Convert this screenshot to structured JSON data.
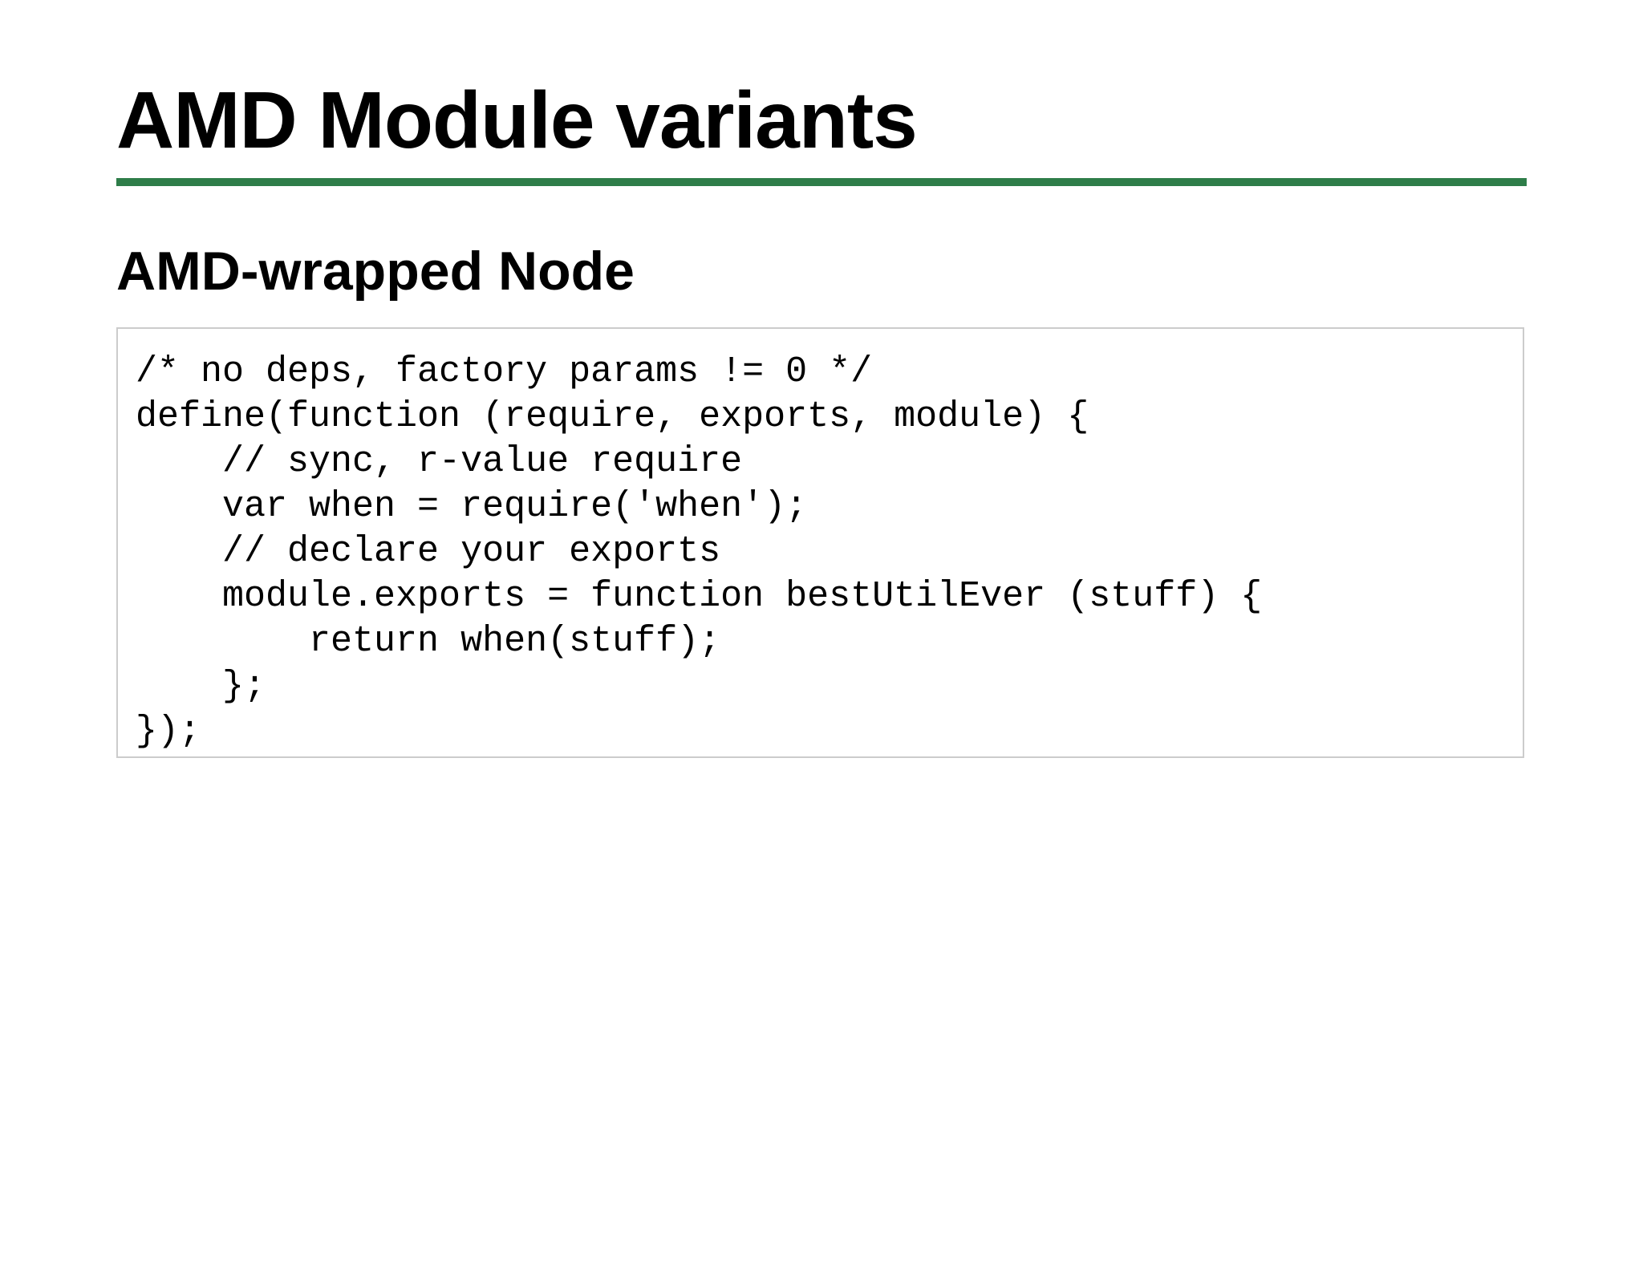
{
  "page": {
    "title": "AMD Module variants",
    "subtitle": "AMD-wrapped Node",
    "accent_color": "#2e7d49",
    "code_border_color": "#cccccc"
  },
  "code_block": {
    "language": "javascript",
    "lines": [
      "/* no deps, factory params != 0 */",
      "define(function (require, exports, module) {",
      "    // sync, r-value require",
      "    var when = require('when');",
      "    // declare your exports",
      "    module.exports = function bestUtilEver (stuff) {",
      "        return when(stuff);",
      "    };",
      "});"
    ]
  }
}
